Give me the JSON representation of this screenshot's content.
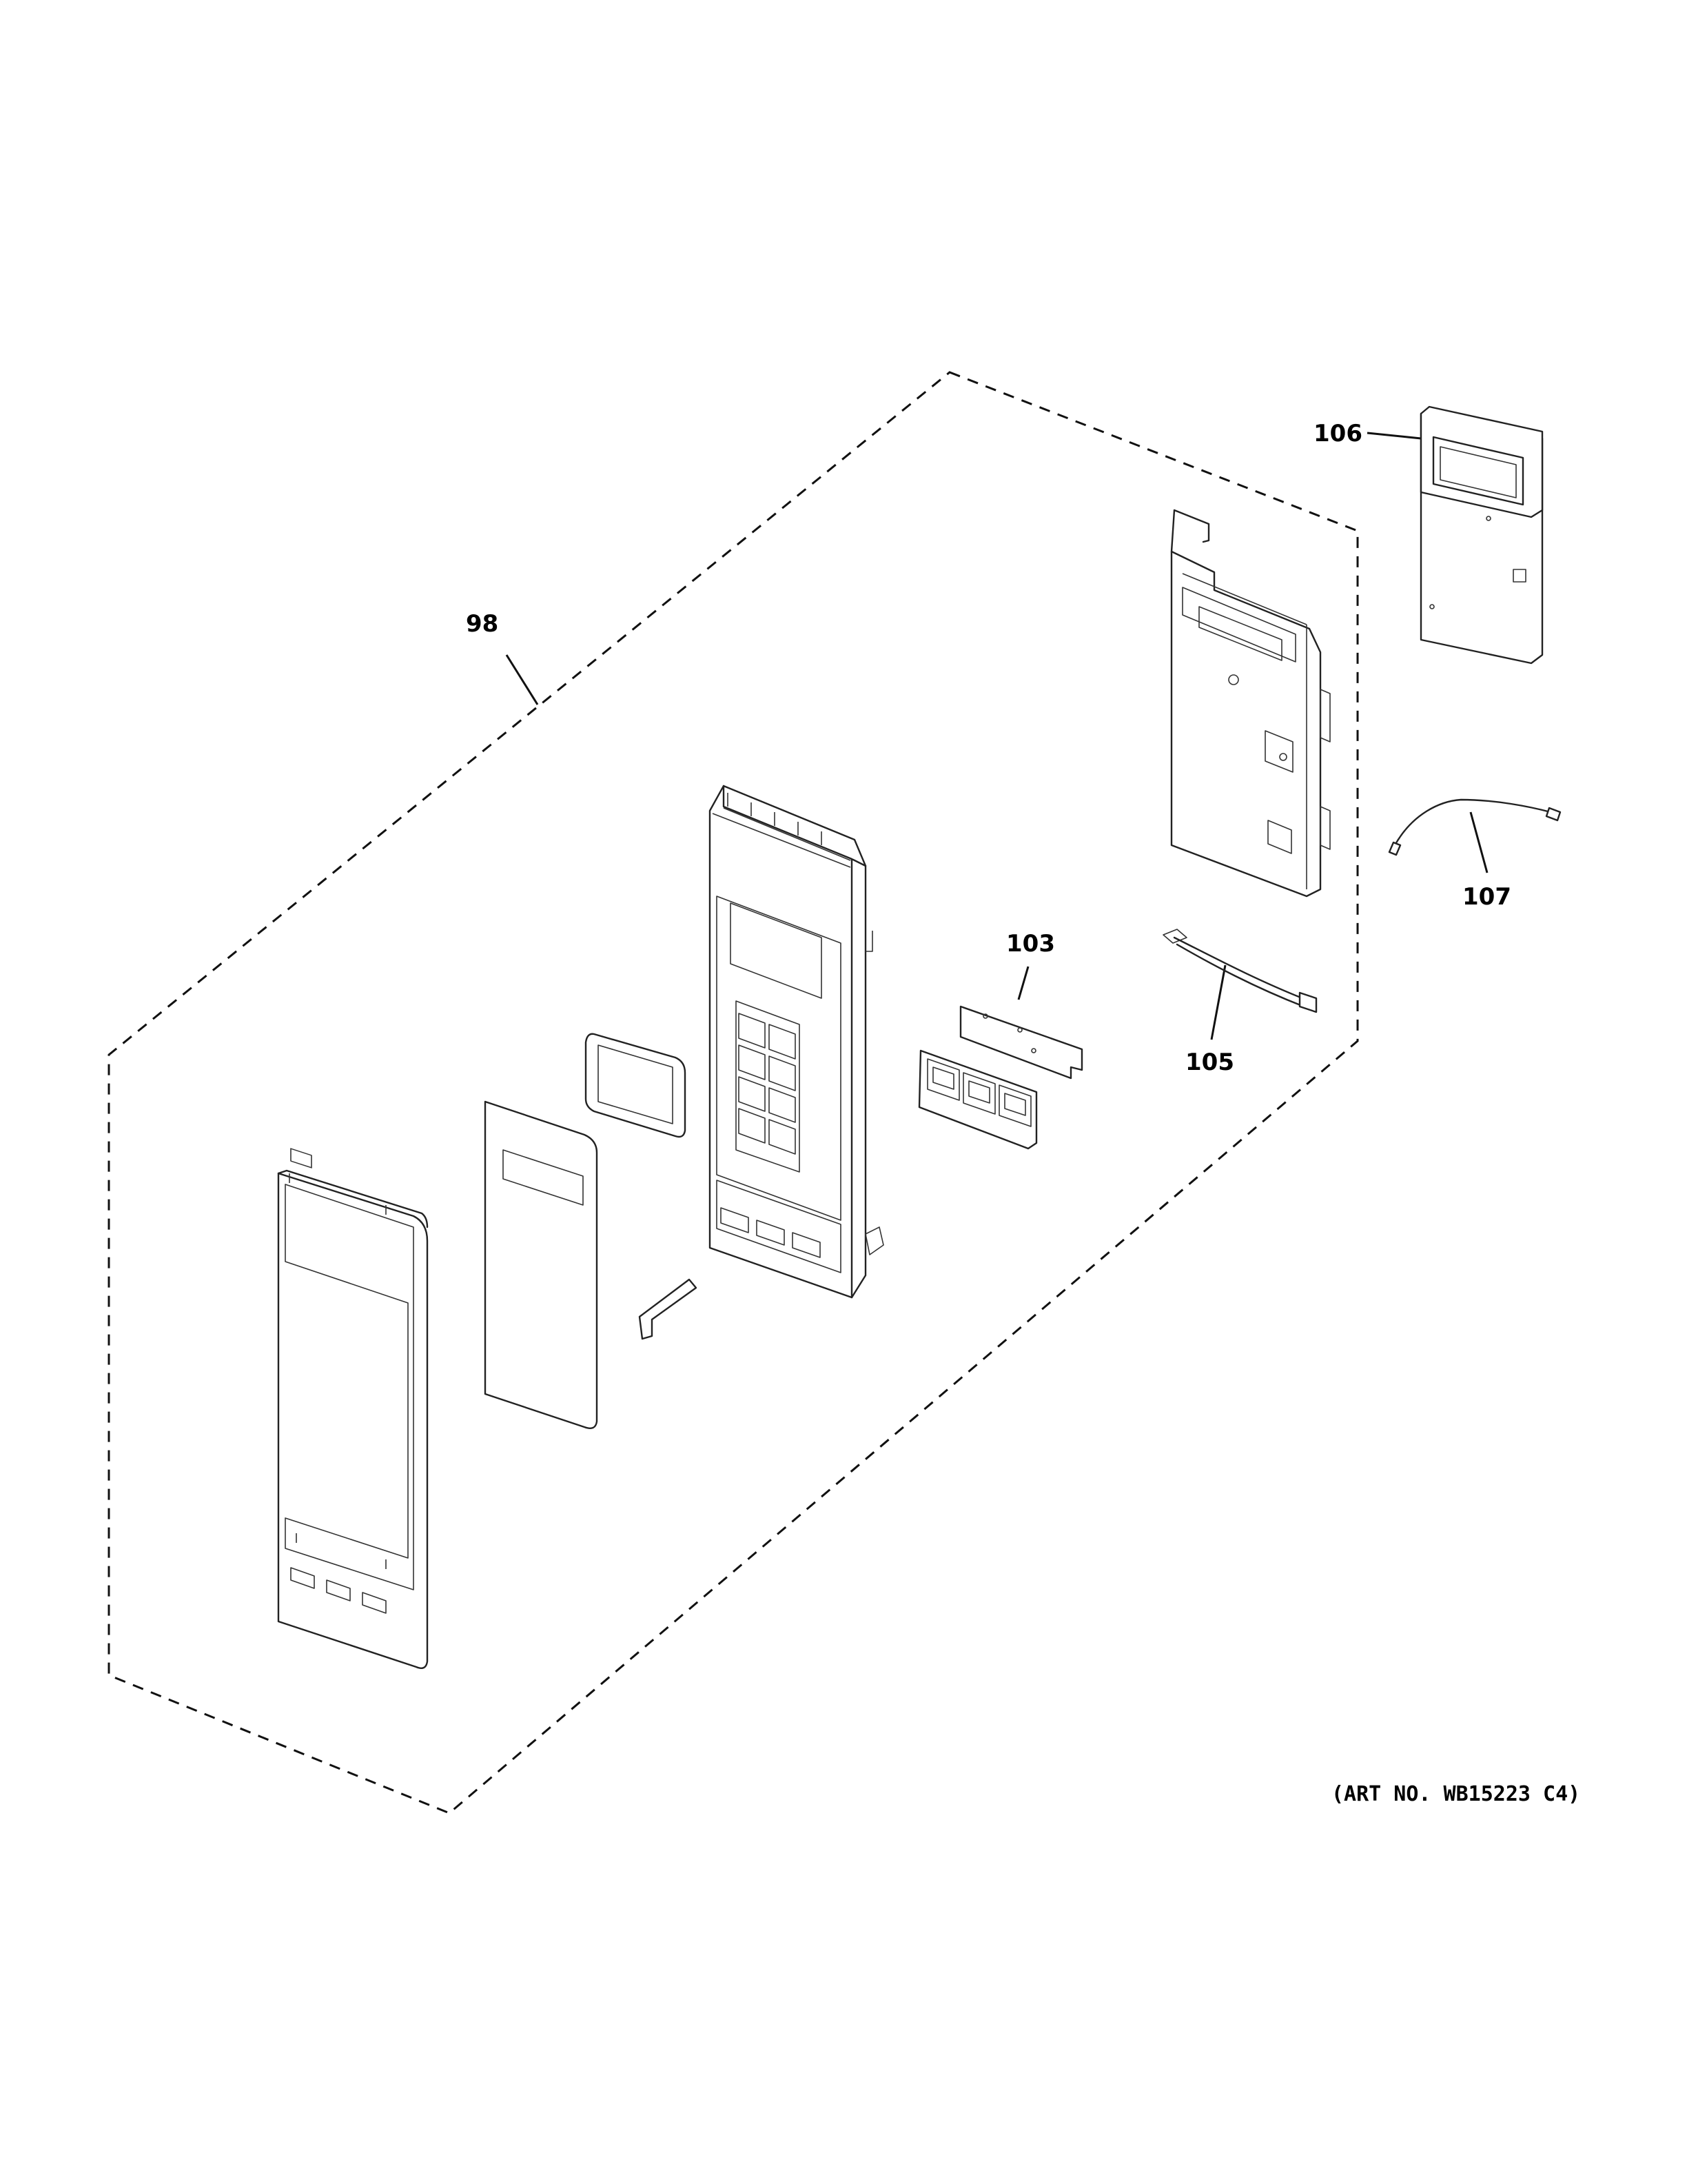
{
  "callouts": {
    "c98": "98",
    "c103": "103",
    "c105": "105",
    "c106": "106",
    "c107": "107"
  },
  "art_number": "(ART NO. WB15223 C4)"
}
